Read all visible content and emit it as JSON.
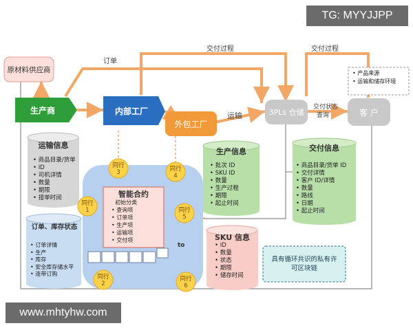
{
  "watermarks": {
    "top": "TG: MYYJJPP",
    "bottom": "www.mhtyhw.com"
  },
  "nodes": {
    "supplier": "原材料供应商",
    "producer": "生产商",
    "internal_factory": "内部工厂",
    "outsourced_factory": "外包工厂",
    "warehouse_3pl": "3PLs 仓储",
    "customer": "客 户"
  },
  "flow_labels": {
    "order": "订单",
    "delivery_top": "交付过程",
    "delivery_right": "交付过程",
    "shipping": "运输",
    "delivery_status": "交付状态",
    "query": "查询"
  },
  "customer_notes": [
    "产品来源",
    "运输和储存环境"
  ],
  "transport_info": {
    "title": "运输信息",
    "items": [
      "商品目录/货单",
      "ID",
      "司机详情",
      "数量",
      "期限",
      "接单时间"
    ]
  },
  "production_info": {
    "title": "生产信息",
    "items": [
      "批次 ID",
      "SKU ID",
      "数量",
      "生产过程",
      "期限",
      "起止时间"
    ]
  },
  "delivery_info": {
    "title": "交付信息",
    "items": [
      "商品目录/货单 ID",
      "交付详情",
      "客户 ID/详情",
      "数量",
      "路线",
      "日期",
      "起止时间"
    ]
  },
  "order_inventory": {
    "title": "订单、库存状态",
    "items": [
      "订单详情",
      "生产",
      "库存",
      "安全库存储水平",
      "连带订购"
    ]
  },
  "sku_info": {
    "title": "SKU 信息",
    "items": [
      "ID",
      "数量",
      "状态",
      "期限",
      "储存时间"
    ]
  },
  "smart_contract": {
    "title": "智能合约",
    "items": [
      "初始分类",
      "查询项",
      "订单项",
      "生产项",
      "运输项",
      "交付项"
    ]
  },
  "to_label": "to",
  "peers": [
    {
      "label": "同行",
      "num": "1"
    },
    {
      "label": "同行",
      "num": "2"
    },
    {
      "label": "同行",
      "num": "3"
    },
    {
      "label": "同行",
      "num": "4"
    },
    {
      "label": "同行",
      "num": "5"
    },
    {
      "label": "同行",
      "num": "6"
    }
  ],
  "blockchain_note": "具有循环共识的私有许可区块链",
  "colors": {
    "producer": "#2e9e3a",
    "internal": "#2a6fbf",
    "outsourced": "#f29a3a",
    "grey": "#c9c9c9",
    "arrow": "#f2a766",
    "peer": "#f9c03a",
    "center_bg": "#b7d0ef"
  }
}
